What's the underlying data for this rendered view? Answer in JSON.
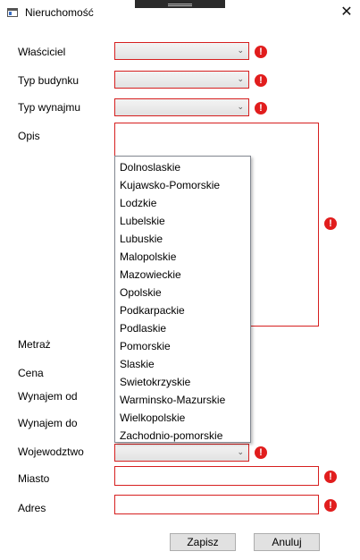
{
  "window": {
    "title": "Nieruchomość",
    "close_glyph": "✕"
  },
  "form": {
    "owner_label": "Właściciel",
    "building_type_label": "Typ budynku",
    "rental_type_label": "Typ wynajmu",
    "description_label": "Opis",
    "area_label": "Metraż",
    "price_label": "Cena",
    "rent_from_label": "Wynajem od",
    "rent_to_label": "Wynajem do",
    "voivodeship_label": "Wojewodztwo",
    "city_label": "Miasto",
    "address_label": "Adres"
  },
  "voivodeship_options": [
    "Dolnoslaskie",
    "Kujawsko-Pomorskie",
    "Lodzkie",
    "Lubelskie",
    "Lubuskie",
    "Malopolskie",
    "Mazowieckie",
    "Opolskie",
    "Podkarpackie",
    "Podlaskie",
    "Pomorskie",
    "Slaskie",
    "Swietokrzyskie",
    "Warminsko-Mazurskie",
    "Wielkopolskie",
    "Zachodnio-pomorskie"
  ],
  "buttons": {
    "save": "Zapisz",
    "cancel": "Anuluj"
  },
  "error_glyph": "!",
  "dropdown_arrow_glyph": "⌄",
  "colors": {
    "error": "#e11d1d",
    "invalid_border": "#d61f1f"
  }
}
